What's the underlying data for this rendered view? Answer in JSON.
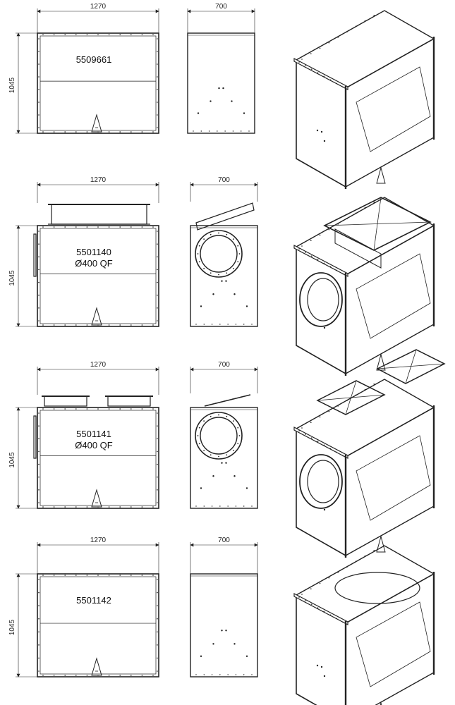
{
  "dimensions": {
    "width": "1270",
    "depth": "700",
    "height": "1045"
  },
  "variants": [
    {
      "code": "5509661",
      "spec": ""
    },
    {
      "code": "5501140",
      "spec": "Ø400 QF"
    },
    {
      "code": "5501141",
      "spec": "Ø400 QF"
    },
    {
      "code": "5501142",
      "spec": ""
    }
  ]
}
